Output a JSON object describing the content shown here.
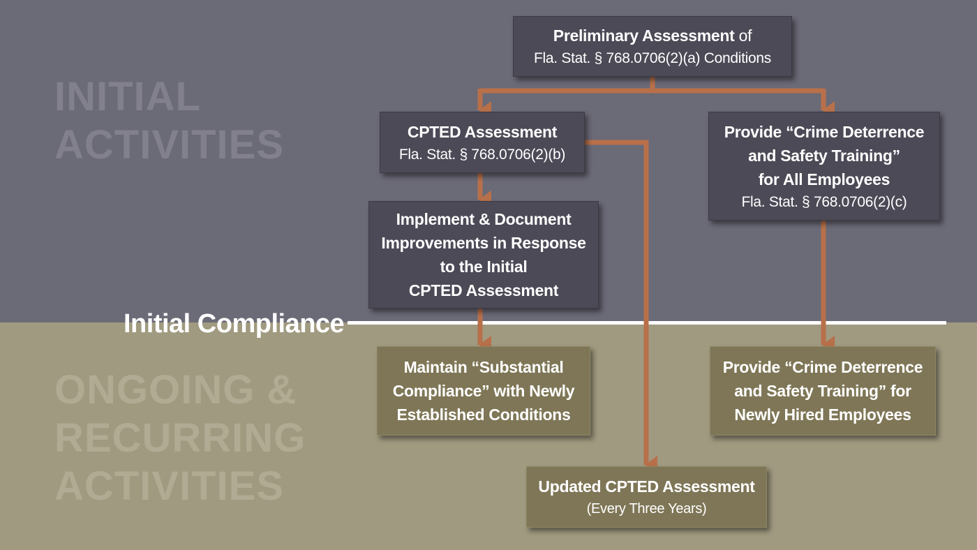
{
  "sections": {
    "initial": {
      "lines": [
        "INITIAL",
        "ACTIVITIES"
      ]
    },
    "ongoing": {
      "lines": [
        "ONGOING &",
        "RECURRING",
        "ACTIVITIES"
      ]
    },
    "divider_label": "Initial Compliance"
  },
  "nodes": {
    "preliminary": {
      "title_bold": "Preliminary Assessment",
      "title_tail": " of",
      "statute": "Fla. Stat. § 768.0706(2)(a) Conditions"
    },
    "cpted": {
      "title": "CPTED Assessment",
      "statute": "Fla. Stat. § 768.0706(2)(b)"
    },
    "training_all": {
      "lines": [
        "Provide “Crime Deterrence",
        "and Safety Training”",
        "for All Employees"
      ],
      "statute": "Fla. Stat. § 768.0706(2)(c)"
    },
    "implement": {
      "lines": [
        "Implement & Document",
        "Improvements in Response",
        "to the Initial",
        "CPTED Assessment"
      ]
    },
    "maintain": {
      "lines": [
        "Maintain “Substantial",
        "Compliance” with Newly",
        "Established Conditions"
      ]
    },
    "training_new": {
      "lines": [
        "Provide “Crime Deterrence",
        "and Safety Training” for",
        "Newly Hired Employees"
      ]
    },
    "updated": {
      "title": "Updated CPTED Assessment",
      "note": "(Every Three Years)"
    }
  },
  "colors": {
    "top_band": "#6b6a77",
    "bottom_band": "#a09a80",
    "dark_box": "#4b4a56",
    "olive_box": "#7e7656",
    "connector": "#b8704a",
    "divider": "#ffffff"
  }
}
